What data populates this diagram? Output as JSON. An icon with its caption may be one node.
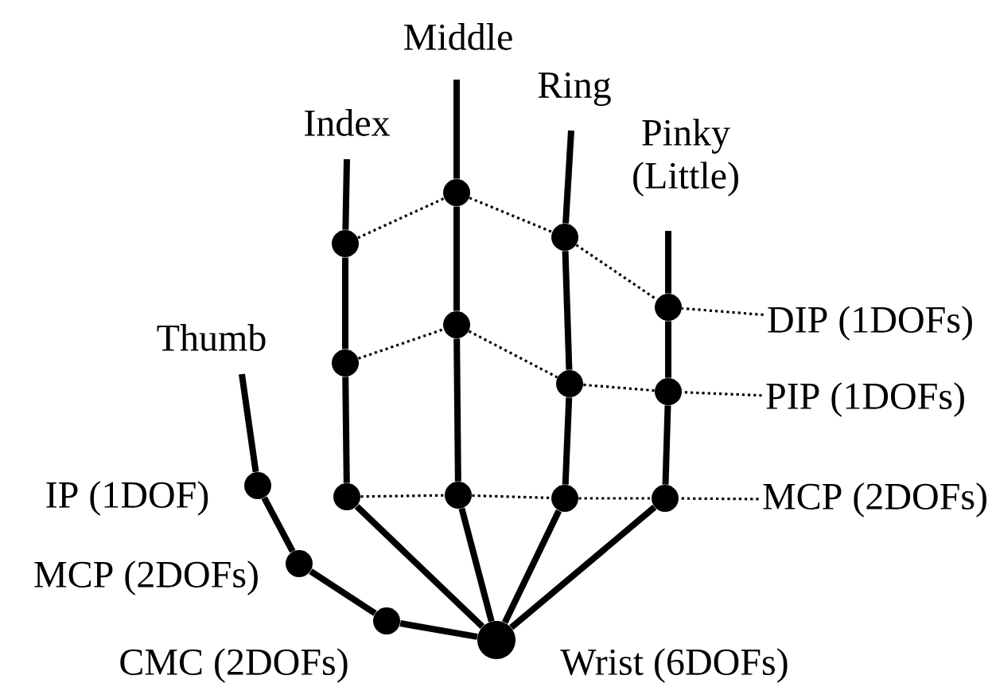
{
  "diagram": {
    "nodes": [
      {
        "text": [],
        "shape": "circle",
        "beside": [
          "Wrist (6DOFs)"
        ]
      },
      {
        "text": [],
        "shape": "circle"
      },
      {
        "text": [],
        "shape": "circle"
      },
      {
        "text": [],
        "shape": "circle"
      },
      {
        "text": [],
        "shape": "circle"
      },
      {
        "text": [],
        "shape": "circle"
      },
      {
        "text": [],
        "shape": "circle"
      },
      {
        "text": [],
        "shape": "circle"
      },
      {
        "text": [],
        "shape": "circle"
      },
      {
        "text": [],
        "shape": "circle"
      },
      {
        "text": [],
        "shape": "circle"
      },
      {
        "text": [],
        "shape": "circle"
      },
      {
        "text": [],
        "shape": "circle"
      },
      {
        "text": [],
        "shape": "circle"
      },
      {
        "text": [],
        "shape": "circle"
      },
      {
        "text": [],
        "shape": "circle"
      },
      {
        "text": [
          "DIP (1DOFs)"
        ]
      },
      {
        "text": [
          "PIP (1DOFs)"
        ]
      },
      {
        "text": [
          "MCP (2DOFs)"
        ]
      }
    ],
    "edges": [
      {
        "from": 0,
        "to": 1,
        "arrow": "none"
      },
      {
        "from": 1,
        "to": 2,
        "arrow": "none"
      },
      {
        "from": 2,
        "to": 3,
        "arrow": "none"
      },
      {
        "from": 3,
        "to": null,
        "arrow": "none"
      },
      {
        "from": 0,
        "to": 4,
        "arrow": "none"
      },
      {
        "from": 4,
        "to": 5,
        "arrow": "none"
      },
      {
        "from": 5,
        "to": 6,
        "arrow": "none"
      },
      {
        "from": 6,
        "to": null,
        "arrow": "none"
      },
      {
        "from": 0,
        "to": 7,
        "arrow": "none"
      },
      {
        "from": 7,
        "to": 8,
        "arrow": "none"
      },
      {
        "from": 8,
        "to": 9,
        "arrow": "none"
      },
      {
        "from": 9,
        "to": null,
        "arrow": "none"
      },
      {
        "from": 0,
        "to": 10,
        "arrow": "none"
      },
      {
        "from": 10,
        "to": 11,
        "arrow": "none"
      },
      {
        "from": 11,
        "to": 12,
        "arrow": "none"
      },
      {
        "from": 12,
        "to": null,
        "arrow": "none"
      },
      {
        "from": 0,
        "to": 13,
        "arrow": "none"
      },
      {
        "from": 13,
        "to": 14,
        "arrow": "none"
      },
      {
        "from": 14,
        "to": 15,
        "arrow": "none"
      },
      {
        "from": 15,
        "to": null,
        "arrow": "none"
      },
      {
        "from": 6,
        "to": 9,
        "arrow": "none",
        "style": "dashed"
      },
      {
        "from": 9,
        "to": 12,
        "arrow": "none",
        "style": "dashed"
      },
      {
        "from": 12,
        "to": 15,
        "arrow": "none",
        "style": "dashed"
      },
      {
        "from": 16,
        "to": 15,
        "arrow": "none",
        "style": "dashed"
      },
      {
        "from": 5,
        "to": 8,
        "arrow": "none",
        "style": "dashed"
      },
      {
        "from": 8,
        "to": 11,
        "arrow": "none",
        "style": "dashed"
      },
      {
        "from": 11,
        "to": 14,
        "arrow": "none",
        "style": "dashed"
      },
      {
        "from": 17,
        "to": 14,
        "arrow": "none",
        "style": "dashed"
      },
      {
        "from": 4,
        "to": 7,
        "arrow": "none",
        "style": "dashed"
      },
      {
        "from": 7,
        "to": 10,
        "arrow": "none",
        "style": "dashed"
      },
      {
        "from": 10,
        "to": 13,
        "arrow": "none",
        "style": "dashed"
      },
      {
        "from": 18,
        "to": 13,
        "arrow": "none",
        "style": "dashed"
      }
    ],
    "labels": [
      "Middle",
      "Ring",
      "Index",
      "Pinky (Little)",
      "Thumb",
      "IP (1DOF)",
      "MCP (2DOFs)",
      "CMC (2DOFs)"
    ]
  }
}
